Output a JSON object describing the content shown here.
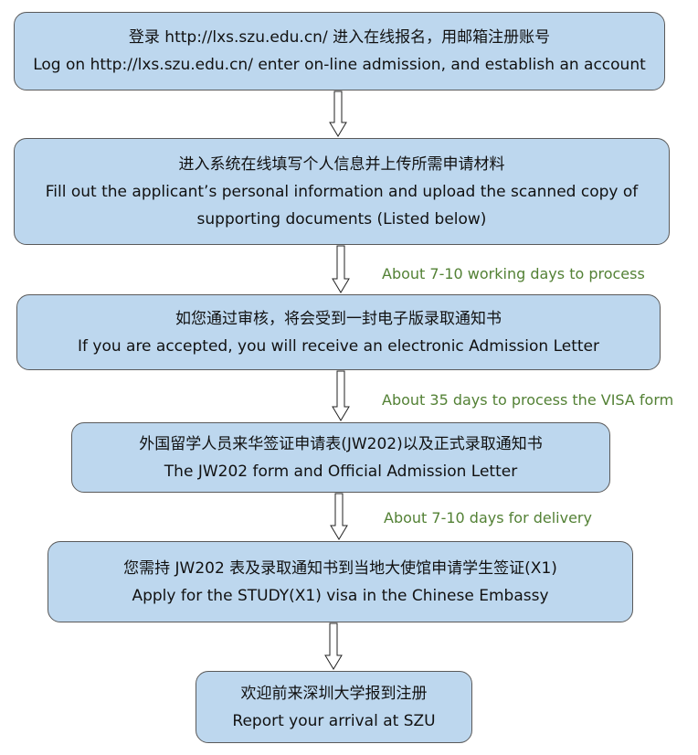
{
  "steps": [
    {
      "zh": "登录 http://lxs.szu.edu.cn/  进入在线报名，用邮箱注册账号",
      "en": "Log on http://lxs.szu.edu.cn/ enter on-line admission, and establish an account"
    },
    {
      "zh": "进入系统在线填写个人信息并上传所需申请材料",
      "en": "Fill out the applicant’s personal information and upload the scanned copy of supporting documents (Listed below)"
    },
    {
      "zh": "如您通过审核，将会受到一封电子版录取通知书",
      "en": "If you are accepted, you will receive an electronic Admission Letter"
    },
    {
      "zh": "外国留学人员来华签证申请表(JW202)以及正式录取通知书",
      "en": "The JW202 form and Official Admission Letter"
    },
    {
      "zh": "您需持 JW202 表及录取通知书到当地大使馆申请学生签证(X1)",
      "en": "Apply for the STUDY(X1) visa in the Chinese Embassy"
    },
    {
      "zh": "欢迎前来深圳大学报到注册",
      "en": "Report your arrival at SZU"
    }
  ],
  "notes": {
    "processing": "About 7-10 working days to process",
    "visa_form": "About 35 days to process the VISA form",
    "delivery": "About 7-10 days for delivery"
  },
  "colors": {
    "box_fill": "#bdd7ee",
    "box_border": "#5a5a5a",
    "note_text": "#538135"
  }
}
